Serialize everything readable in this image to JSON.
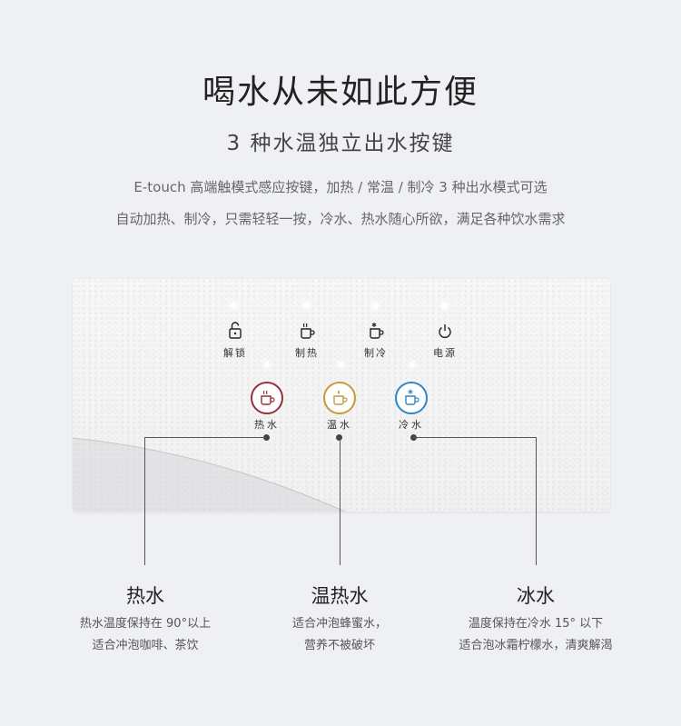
{
  "header": {
    "title": "喝水从未如此方便",
    "subtitle": "3 种水温独立出水按键",
    "desc_line1": "E-touch 高端触模式感应按键，加热 / 常温 / 制冷 3 种出水模式可选",
    "desc_line2": "自动加热、制冷，只需轻轻一按，冷水、热水随心所欲，满足各种饮水需求"
  },
  "panel": {
    "top_buttons": [
      {
        "label": "解锁",
        "icon": "unlock-icon"
      },
      {
        "label": "制热",
        "icon": "hot-cup-icon"
      },
      {
        "label": "制冷",
        "icon": "cold-cup-icon"
      },
      {
        "label": "电源",
        "icon": "power-icon"
      }
    ],
    "water_buttons": [
      {
        "label": "热水",
        "icon": "hot-water-icon",
        "color": "#9a2f3a"
      },
      {
        "label": "温水",
        "icon": "warm-water-icon",
        "color": "#c79a3c"
      },
      {
        "label": "冷水",
        "icon": "cold-water-icon",
        "color": "#2f86c5"
      }
    ]
  },
  "features": [
    {
      "title": "热水",
      "line1": "热水温度保持在 90°以上",
      "line2": "适合冲泡咖啡、茶饮"
    },
    {
      "title": "温热水",
      "line1": "适合冲泡蜂蜜水，",
      "line2": "营养不被破坏"
    },
    {
      "title": "冰水",
      "line1": "温度保持在冷水 15°  以下",
      "line2": "适合泡冰霜柠檬水，清爽解渴"
    }
  ]
}
